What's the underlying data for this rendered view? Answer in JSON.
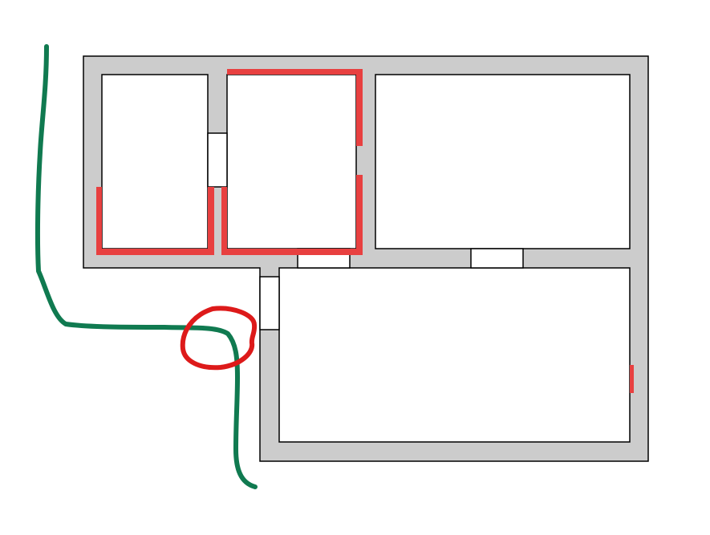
{
  "colors": {
    "background": "#ffffff",
    "wall_fill": "#cccccc",
    "wall_outline": "#000000",
    "room_fill": "#ffffff",
    "opening_fill": "#ffffff",
    "wall_highlight": "#e84040",
    "route_line": "#107a50",
    "circle_marker": "#dd1a1a"
  },
  "rooms": [
    {
      "name": "room-top-left"
    },
    {
      "name": "room-top-middle"
    },
    {
      "name": "room-top-right"
    },
    {
      "name": "room-bottom-large"
    }
  ],
  "openings": [
    {
      "name": "opening-between-top-left-and-top-middle"
    },
    {
      "name": "opening-top-middle-to-bottom"
    },
    {
      "name": "opening-top-right-to-bottom"
    },
    {
      "name": "opening-bottom-left-entrance"
    }
  ],
  "highlighted_walls": [
    {
      "name": "highlight-top-middle-top"
    },
    {
      "name": "highlight-top-middle-right-upper"
    },
    {
      "name": "highlight-top-middle-right-lower"
    },
    {
      "name": "highlight-top-middle-bottom"
    },
    {
      "name": "highlight-top-left-left"
    },
    {
      "name": "highlight-top-left-bottom"
    },
    {
      "name": "highlight-top-left-right"
    },
    {
      "name": "highlight-top-middle-left"
    },
    {
      "name": "highlight-bottom-room-right"
    }
  ],
  "annotations": [
    {
      "name": "route-line",
      "kind": "freehand-line"
    },
    {
      "name": "entrance-circle-marker",
      "kind": "freehand-circle"
    }
  ]
}
